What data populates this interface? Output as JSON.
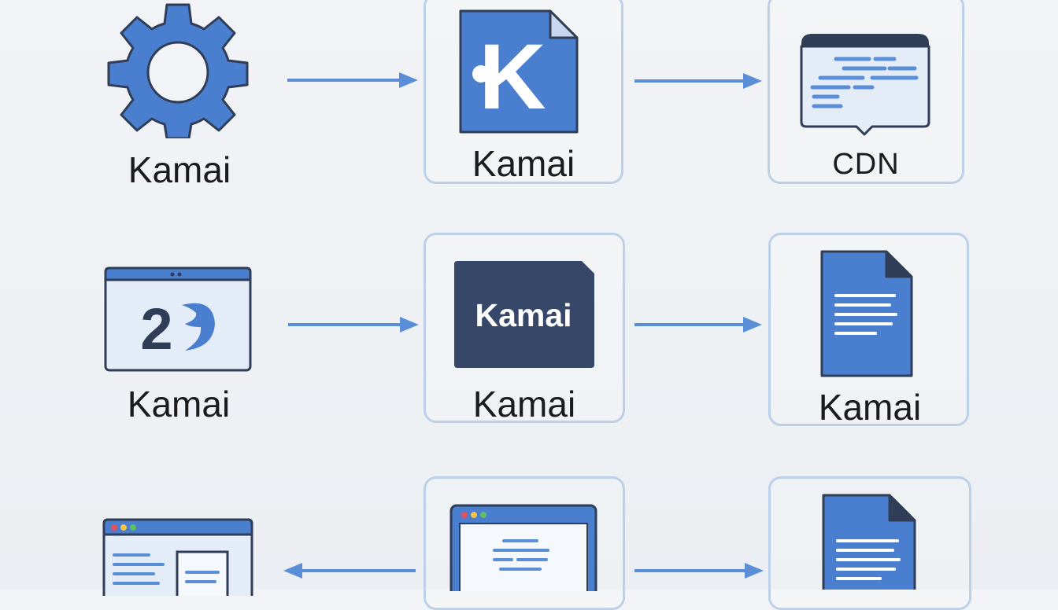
{
  "nodes": {
    "row1": {
      "settings": {
        "label": "Kamai",
        "icon": "gear-icon"
      },
      "kamai_app": {
        "label": "Kamai",
        "icon": "kamai-k-document-icon",
        "icon_letter": "K"
      },
      "cdn": {
        "label": "CDN",
        "icon": "browser-window-icon"
      }
    },
    "row2": {
      "calendar": {
        "label": "Kamai",
        "icon": "calendar-window-icon",
        "icon_text": "2"
      },
      "kamai_logo": {
        "label": "Kamai",
        "icon": "kamai-logo-tile-icon",
        "logo_text": "Kamai"
      },
      "document": {
        "label": "Kamai",
        "icon": "document-icon"
      }
    },
    "row3": {
      "browser_split": {
        "icon": "browser-split-window-icon"
      },
      "browser_text": {
        "icon": "browser-window-icon"
      },
      "document": {
        "icon": "document-icon"
      }
    }
  },
  "edges": [
    {
      "from": "row1.settings",
      "to": "row1.kamai_app",
      "direction": "right"
    },
    {
      "from": "row1.kamai_app",
      "to": "row1.cdn",
      "direction": "right"
    },
    {
      "from": "row2.calendar",
      "to": "row2.kamai_logo",
      "direction": "right"
    },
    {
      "from": "row2.kamai_logo",
      "to": "row2.document",
      "direction": "right"
    },
    {
      "from": "row3.browser_text",
      "to": "row3.browser_split",
      "direction": "left"
    },
    {
      "from": "row3.browser_text",
      "to": "row3.document",
      "direction": "right"
    }
  ],
  "colors": {
    "icon_blue": "#4a7fd0",
    "icon_blue_light": "#6d9ae0",
    "icon_dark_outline": "#2f3d57",
    "logo_tile": "#364767",
    "window_fill": "#e4ecf8",
    "arrow": "#5a8fd8",
    "card_border": "#bcd0ea",
    "label_text": "#1b1b1d"
  }
}
